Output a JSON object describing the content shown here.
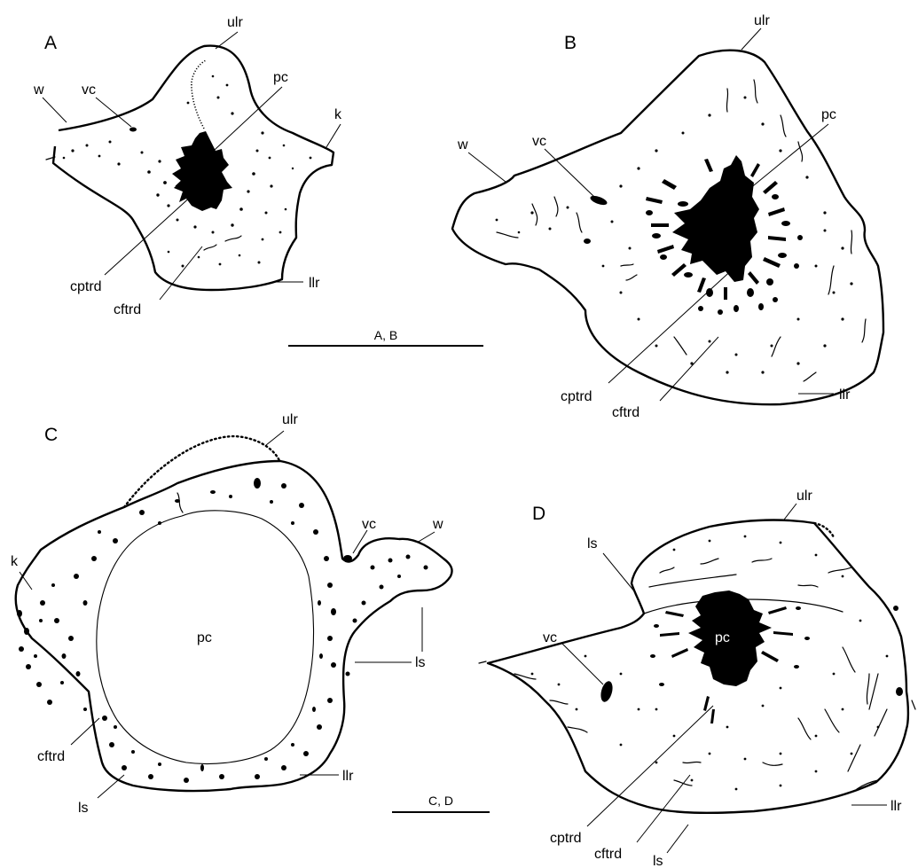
{
  "panels": {
    "a": {
      "letter": "A",
      "labels": {
        "ulr": "ulr",
        "w": "w",
        "vc": "vc",
        "pc": "pc",
        "k": "k",
        "cptrd": "cptrd",
        "cftrd": "cftrd",
        "llr": "llr"
      }
    },
    "b": {
      "letter": "B",
      "labels": {
        "ulr": "ulr",
        "w": "w",
        "vc": "vc",
        "pc": "pc",
        "cptrd": "cptrd",
        "cftrd": "cftrd",
        "llr": "llr"
      }
    },
    "c": {
      "letter": "C",
      "labels": {
        "ulr": "ulr",
        "vc": "vc",
        "w": "w",
        "k": "k",
        "pc": "pc",
        "ls1": "ls",
        "cftrd": "cftrd",
        "ls2": "ls",
        "llr": "llr"
      }
    },
    "d": {
      "letter": "D",
      "labels": {
        "ulr": "ulr",
        "ls1": "ls",
        "vc": "vc",
        "pc": "pc",
        "cptrd": "cptrd",
        "cftrd": "cftrd",
        "ls2": "ls",
        "llr": "llr"
      }
    }
  },
  "scale_bars": {
    "ab": "A, B",
    "cd": "C, D"
  }
}
